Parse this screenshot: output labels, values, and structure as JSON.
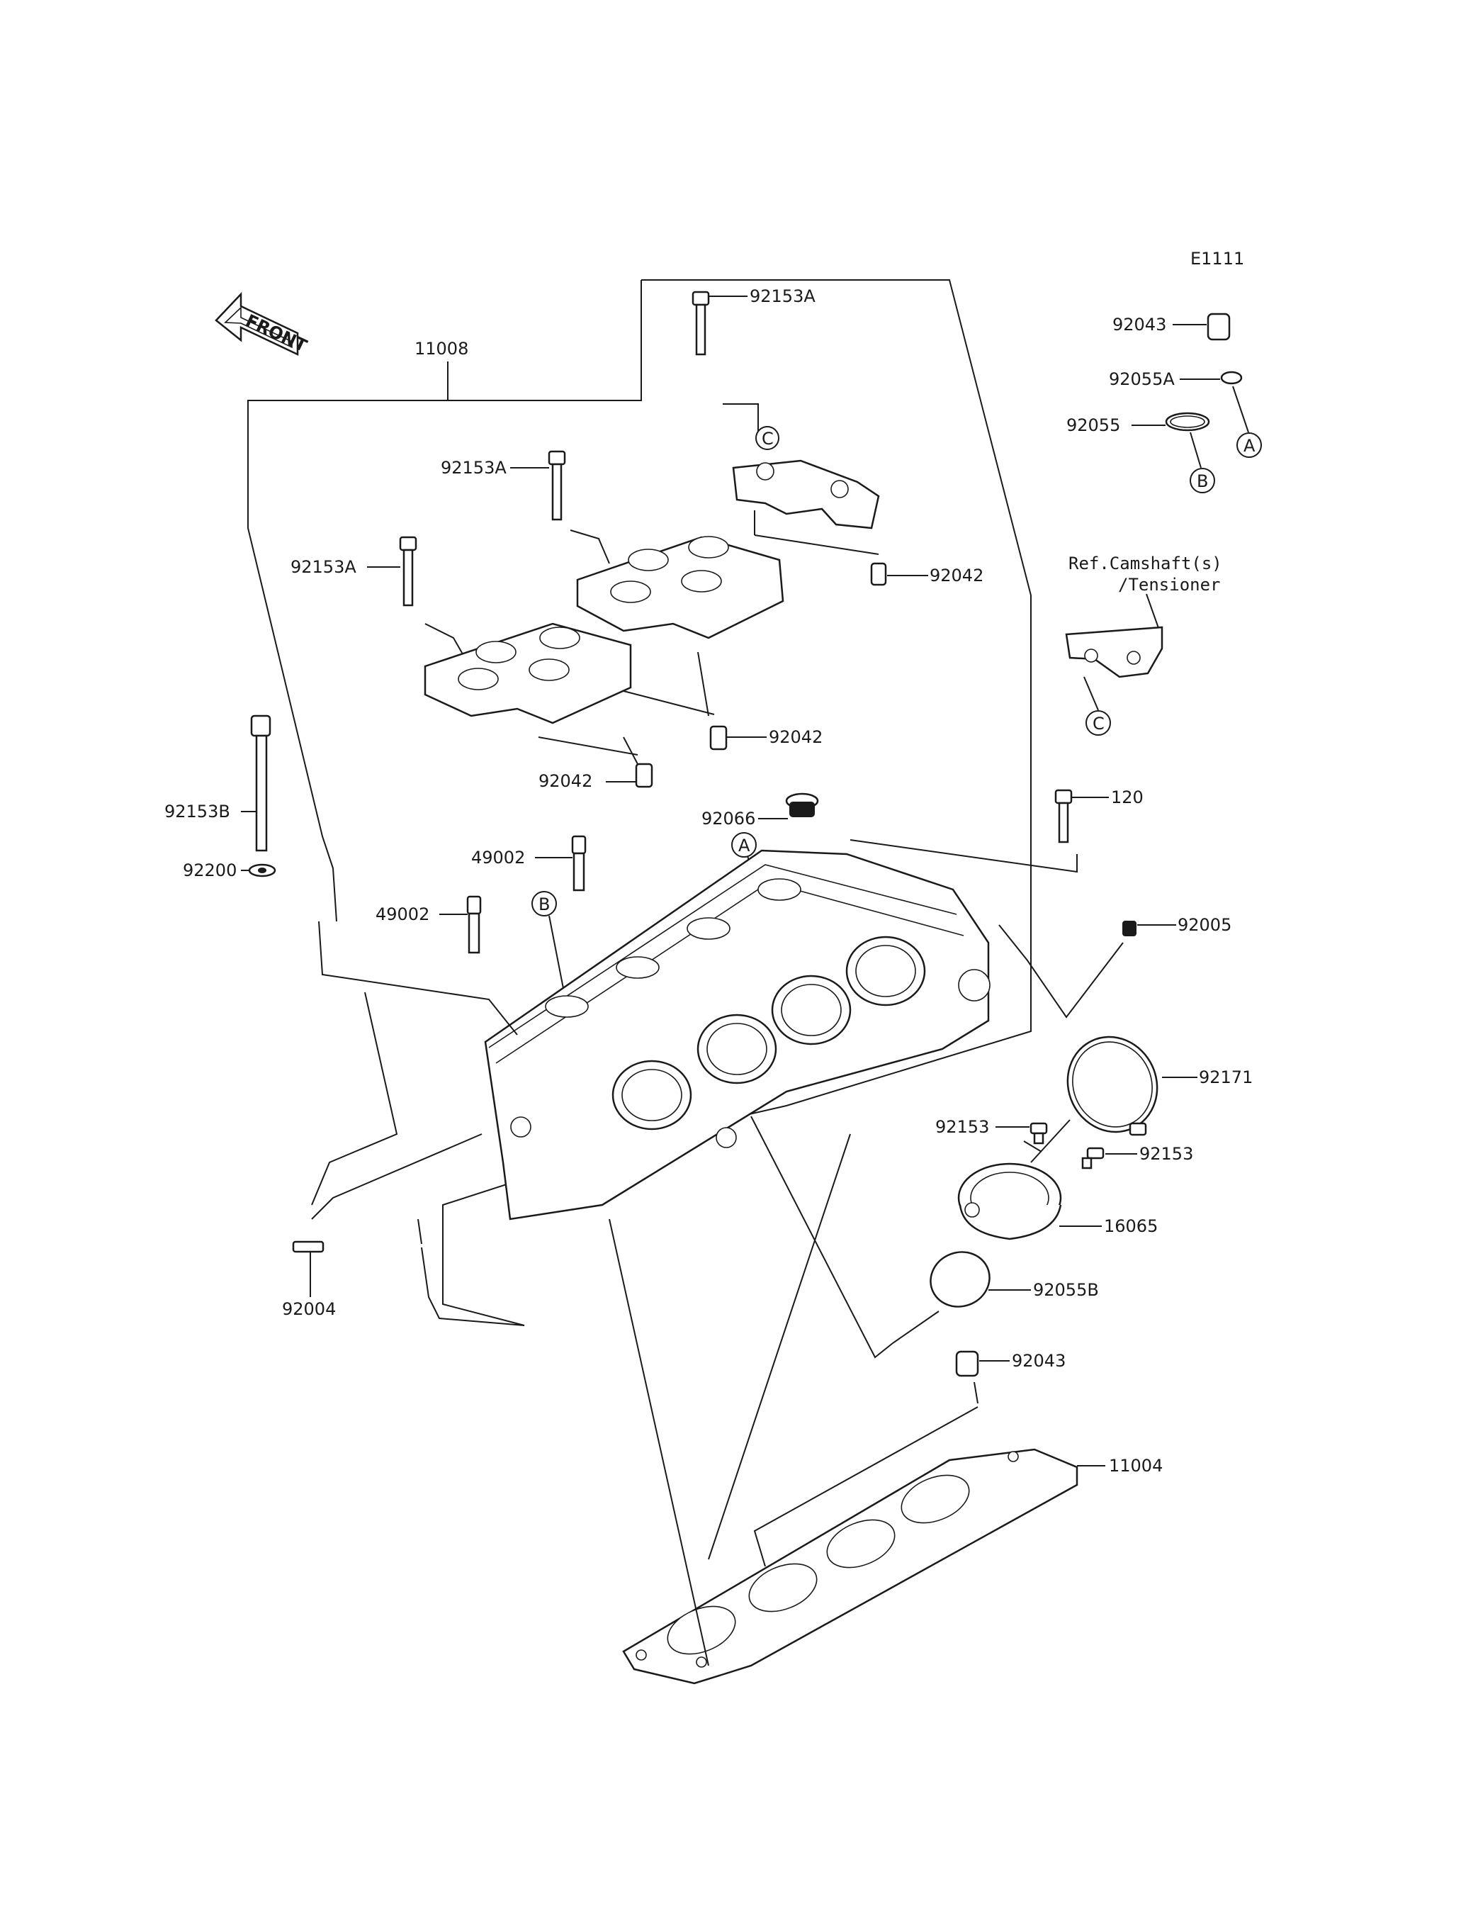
{
  "diagram_code": "E1111",
  "front_arrow_text": "FRONT",
  "reference_note": {
    "line1": "Ref.Camshaft(s)",
    "line2": "/Tensioner"
  },
  "part_labels": [
    {
      "id": "p11008",
      "text": "11008"
    },
    {
      "id": "p92153A_top",
      "text": "92153A"
    },
    {
      "id": "p92153A_mid",
      "text": "92153A"
    },
    {
      "id": "p92153A_left",
      "text": "92153A"
    },
    {
      "id": "p92042_right",
      "text": "92042"
    },
    {
      "id": "p92042_mid",
      "text": "92042"
    },
    {
      "id": "p92042_left",
      "text": "92042"
    },
    {
      "id": "p92043_top",
      "text": "92043"
    },
    {
      "id": "p92055A",
      "text": "92055A"
    },
    {
      "id": "p92055",
      "text": "92055"
    },
    {
      "id": "p92153B",
      "text": "92153B"
    },
    {
      "id": "p92200",
      "text": "92200"
    },
    {
      "id": "p49002_upper",
      "text": "49002"
    },
    {
      "id": "p49002_lower",
      "text": "49002"
    },
    {
      "id": "p92066",
      "text": "92066"
    },
    {
      "id": "p120",
      "text": "120"
    },
    {
      "id": "p92005",
      "text": "92005"
    },
    {
      "id": "p92171",
      "text": "92171"
    },
    {
      "id": "p92153_left",
      "text": "92153"
    },
    {
      "id": "p92153_right",
      "text": "92153"
    },
    {
      "id": "p16065",
      "text": "16065"
    },
    {
      "id": "p92055B",
      "text": "92055B"
    },
    {
      "id": "p92043_bottom",
      "text": "92043"
    },
    {
      "id": "p11004",
      "text": "11004"
    },
    {
      "id": "p92004",
      "text": "92004"
    }
  ],
  "callouts": [
    {
      "id": "cA_ring",
      "letter": "A"
    },
    {
      "id": "cB_ring",
      "letter": "B"
    },
    {
      "id": "cC_cap",
      "letter": "C"
    },
    {
      "id": "cC_ref",
      "letter": "C"
    },
    {
      "id": "cA_head",
      "letter": "A"
    },
    {
      "id": "cB_head",
      "letter": "B"
    }
  ]
}
